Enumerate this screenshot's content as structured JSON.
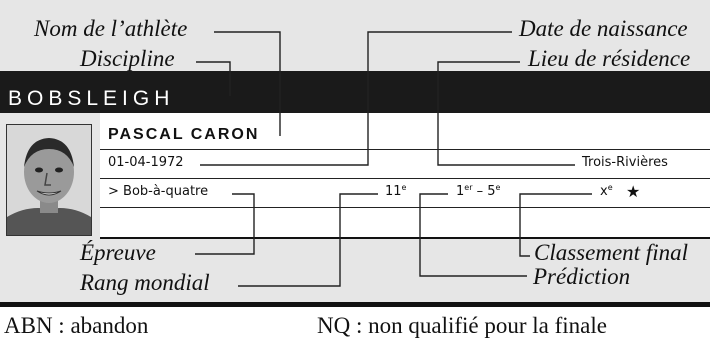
{
  "labels": {
    "athlete_name": "Nom de l’athlète",
    "discipline": "Discipline",
    "birth_date": "Date de naissance",
    "residence": "Lieu de résidence",
    "event": "Épreuve",
    "world_rank": "Rang mondial",
    "final_ranking": "Classement final",
    "prediction": "Prédiction"
  },
  "card": {
    "discipline": "BOBSLEIGH",
    "name": "PASCAL CARON",
    "birth_date": "01-04-1972",
    "residence": "Trois-Rivières",
    "event": "> Bob-à-quatre",
    "world_rank_num": "11",
    "world_rank_sup": "e",
    "prediction_a": "1",
    "prediction_a_sup": "er",
    "prediction_sep": " – 5",
    "prediction_b_sup": "e",
    "final_num": "x",
    "final_sup": "e",
    "star": "★"
  },
  "legend": {
    "abn": "ABN : abandon",
    "nq": "NQ : non qualifié pour la finale"
  }
}
